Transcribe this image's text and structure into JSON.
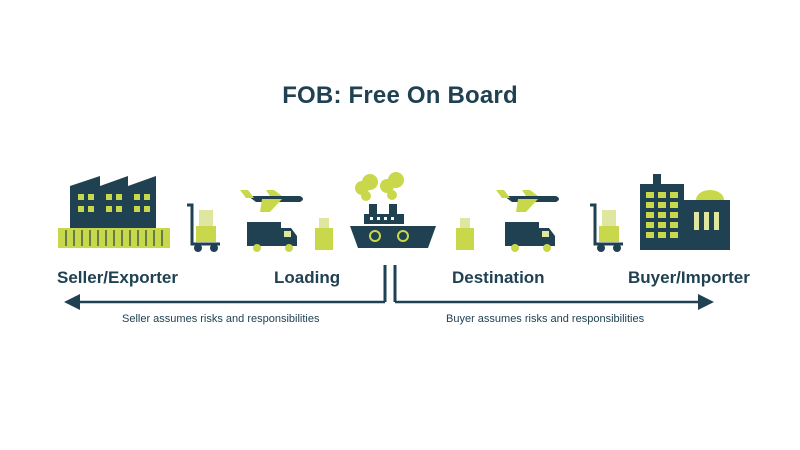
{
  "title": "FOB: Free On Board",
  "stages": {
    "seller": "Seller/Exporter",
    "loading": "Loading",
    "destination": "Destination",
    "buyer": "Buyer/Importer"
  },
  "risks": {
    "seller": "Seller assumes risks and responsibilities",
    "buyer": "Buyer assumes risks and responsibilities"
  },
  "colors": {
    "navy": "#1f4152",
    "lime": "#c8d84a",
    "light_lime": "#dfe6a0"
  },
  "icons": [
    "factory-icon",
    "hand-truck-icon",
    "airplane-icon",
    "truck-icon",
    "box-icon",
    "ship-icon",
    "building-icon"
  ]
}
